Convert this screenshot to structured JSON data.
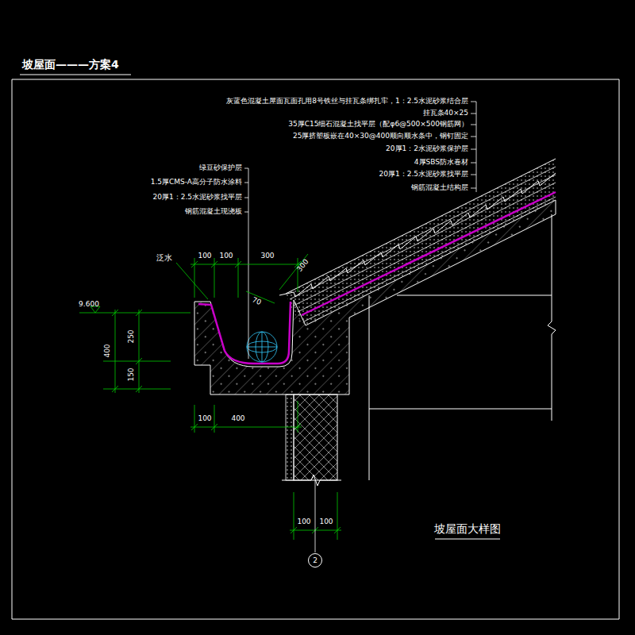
{
  "diagram": {
    "title": "坡屋面———方案4",
    "caption": "坡屋面大样图",
    "nodes": [
      {
        "text": [
          "2"
        ]
      }
    ],
    "labels": [
      "灰蓝色混凝土屋面瓦面孔用8号铁丝与挂瓦条绑扎牢，1：2.5水泥砂浆结合层",
      "挂瓦条40×25",
      "35厚C15细石混凝土找平层（配φ6@500×500钢筋网）",
      "25厚挤塑板嵌在40×30@400顺向顺水条中，钢钉固定",
      "20厚1：2水泥砂浆保护层",
      "4厚SBS防水卷材",
      "20厚1：2.5水泥砂浆找平层",
      "钢筋混凝土结构层",
      "绿豆砂保护层",
      "1.5厚CMS-A高分子防水涂料",
      "20厚1：2.5水泥砂浆找平层",
      "钢筋混凝土现浇板",
      "泛水",
      "100",
      "100",
      "300",
      "300",
      "70",
      "9.600",
      "400",
      "250",
      "150",
      "100",
      "400",
      "100",
      "100"
    ]
  }
}
